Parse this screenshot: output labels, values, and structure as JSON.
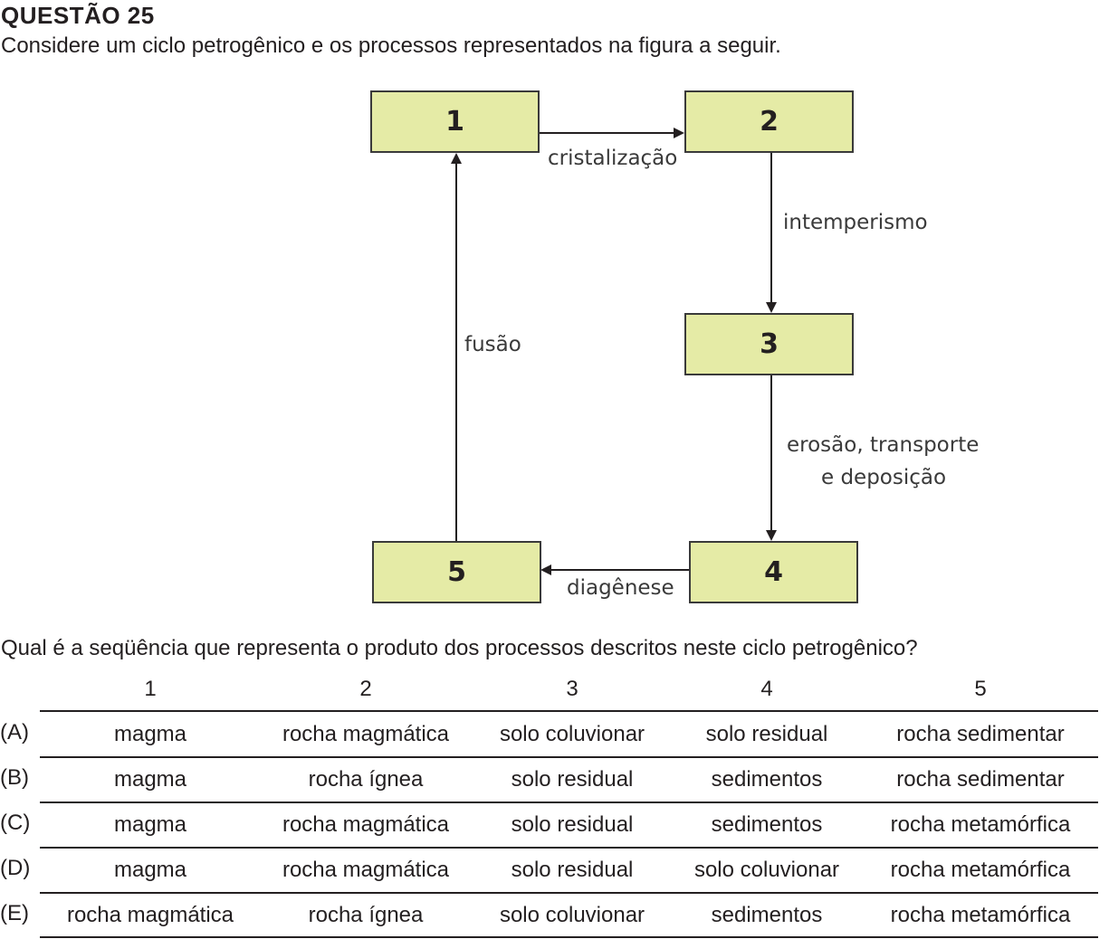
{
  "question": {
    "title": "QUESTÃO 25",
    "statement": "Considere um ciclo petrogênico e os processos representados na figura a seguir.",
    "prompt": "Qual é a seqüência que representa o produto dos processos descritos neste ciclo petrogênico?"
  },
  "diagram": {
    "boxes": [
      "1",
      "2",
      "3",
      "4",
      "5"
    ],
    "processes": {
      "p12": "cristalização",
      "p23": "intemperismo",
      "p34_line1": "erosão, transporte",
      "p34_line2": "e deposição",
      "p45": "diagênese",
      "p51": "fusão"
    },
    "box_fill": "#e5eba6"
  },
  "table": {
    "headers": [
      "1",
      "2",
      "3",
      "4",
      "5"
    ],
    "options": [
      {
        "letter": "(A)",
        "cells": [
          "magma",
          "rocha magmática",
          "solo coluvionar",
          "solo residual",
          "rocha sedimentar"
        ]
      },
      {
        "letter": "(B)",
        "cells": [
          "magma",
          "rocha ígnea",
          "solo residual",
          "sedimentos",
          "rocha sedimentar"
        ]
      },
      {
        "letter": "(C)",
        "cells": [
          "magma",
          "rocha magmática",
          "solo residual",
          "sedimentos",
          "rocha metamórfica"
        ]
      },
      {
        "letter": "(D)",
        "cells": [
          "magma",
          "rocha magmática",
          "solo residual",
          "solo coluvionar",
          "rocha metamórfica"
        ]
      },
      {
        "letter": "(E)",
        "cells": [
          "rocha magmática",
          "rocha ígnea",
          "solo coluvionar",
          "sedimentos",
          "rocha metamórfica"
        ]
      }
    ]
  }
}
